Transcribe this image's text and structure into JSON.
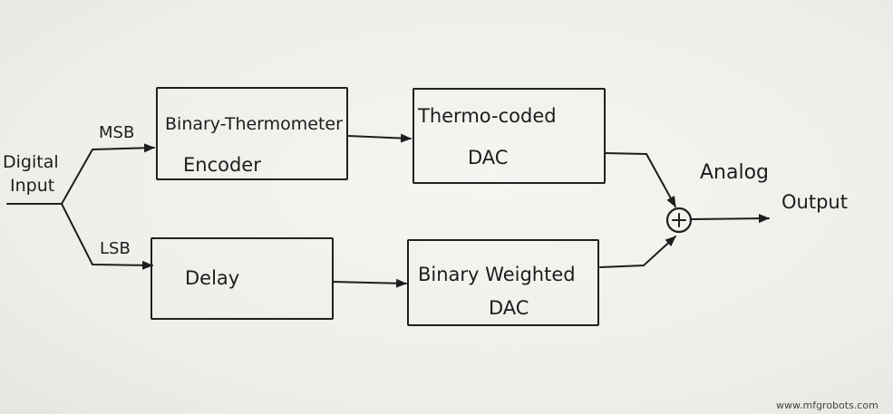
{
  "input": {
    "line1": "Digital",
    "line2": "Input"
  },
  "branches": {
    "msb": "MSB",
    "lsb": "LSB"
  },
  "blocks": {
    "encoder": {
      "line1": "Binary-Thermometer",
      "line2": "Encoder"
    },
    "thermo_dac": {
      "line1": "Thermo-coded",
      "line2": "DAC"
    },
    "delay": {
      "line1": "Delay"
    },
    "binary_dac": {
      "line1": "Binary Weighted",
      "line2": "DAC"
    }
  },
  "summer": {
    "symbol": "+"
  },
  "output": {
    "line1": "Analog",
    "line2": "Output"
  },
  "watermark": "www.mfgrobots.com"
}
